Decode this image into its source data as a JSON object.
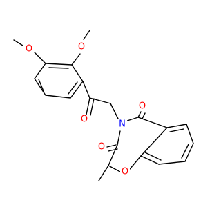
{
  "molecule": {
    "atom_labels": {
      "o_methoxy_a": "O",
      "o_methoxy_b": "O",
      "o_ketone": "O",
      "n_ring": "N",
      "o_lactam_top": "O",
      "o_lactam_left": "O",
      "o_ring": "O"
    },
    "colors": {
      "bond": "#000000",
      "oxygen": "#ff0000",
      "nitrogen": "#0000ff"
    }
  }
}
